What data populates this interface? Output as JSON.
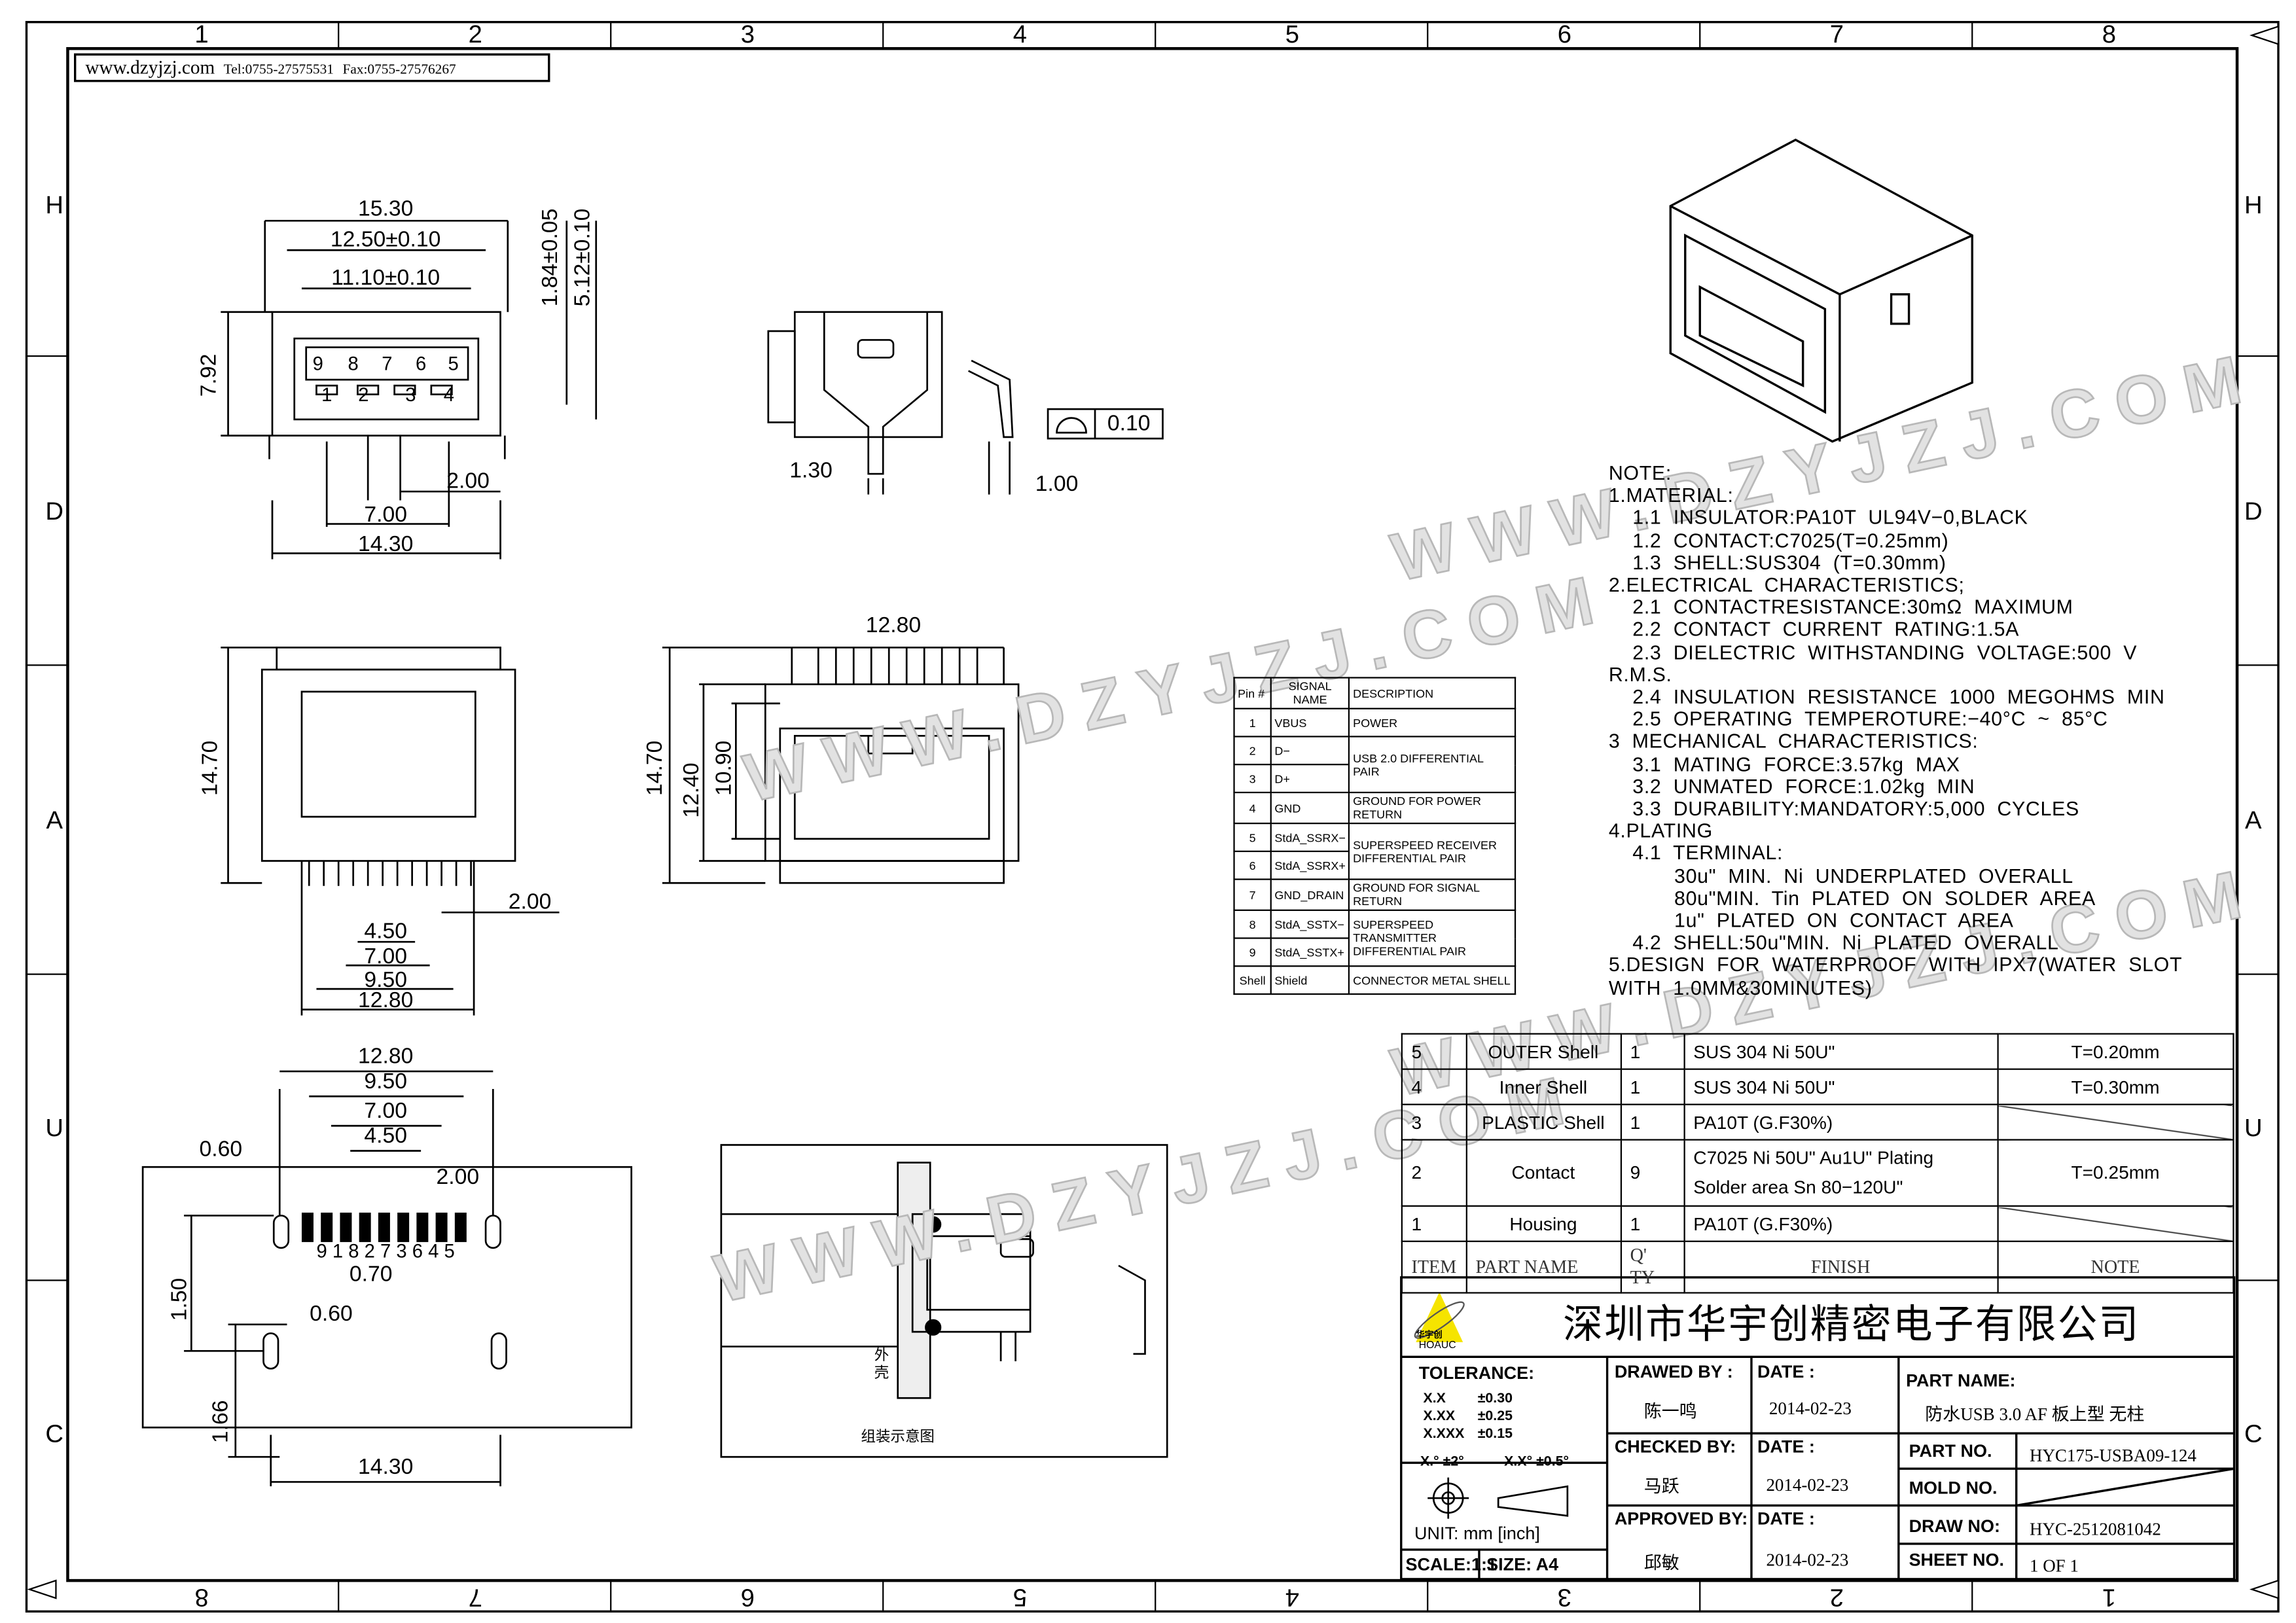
{
  "header": {
    "website": "www.dzyjzj.com",
    "tel": "Tel:0755-27575531",
    "fax": "Fax:0755-27576267"
  },
  "zones": {
    "columns": [
      "1",
      "2",
      "3",
      "4",
      "5",
      "6",
      "7",
      "8"
    ],
    "columns_bottom": [
      "8",
      "7",
      "6",
      "5",
      "4",
      "3",
      "2",
      "1"
    ],
    "rows": [
      "H",
      "D",
      "A",
      "U",
      "C"
    ]
  },
  "watermark": "WWW.DZYJZJ.COM",
  "front_view": {
    "d1": "15.30",
    "d2": "12.50±0.10",
    "d3": "11.10±0.10",
    "d4": "1.84±0.05",
    "d5": "5.12±0.10",
    "d6": "7.92",
    "d7": "2.00",
    "d8": "7.00",
    "d9": "14.30",
    "pins_top": [
      "9",
      "8",
      "7",
      "6",
      "5"
    ],
    "pins_bottom": [
      "1",
      "2",
      "3",
      "4"
    ]
  },
  "side_view": {
    "d1": "1.30",
    "d2": "1.00",
    "flatness": "0.10"
  },
  "bottom_view": {
    "d1": "14.70",
    "d2": "2.00",
    "d3": "4.50",
    "d4": "7.00",
    "d5": "9.50",
    "d6": "12.80"
  },
  "rear_view": {
    "d1": "12.80",
    "d2": "14.70",
    "d3": "12.40",
    "d4": "10.90"
  },
  "pcb_layout": {
    "d1": "12.80",
    "d2": "9.50",
    "d3": "7.00",
    "d4": "4.50",
    "d5": "0.60",
    "d6": "2.00",
    "pins": "9 1 8 2 7 3 6 4 5",
    "d7": "0.70",
    "d8": "1.50",
    "d9": "0.60",
    "d10": "1.66",
    "d11": "14.30"
  },
  "assembly": {
    "shell_label": "外壳",
    "caption": "组装示意图"
  },
  "pin_table": {
    "headers": [
      "Pin #",
      "SIGNAL NAME",
      "DESCRIPTION"
    ],
    "rows": [
      [
        "1",
        "VBUS",
        "POWER"
      ],
      [
        "2",
        "D−",
        "USB 2.0 DIFFERENTIAL PAIR"
      ],
      [
        "3",
        "D+",
        ""
      ],
      [
        "4",
        "GND",
        "GROUND FOR POWER RETURN"
      ],
      [
        "5",
        "StdA_SSRX−",
        "SUPERSPEED RECEIVER DIFFERENTIAL PAIR"
      ],
      [
        "6",
        "StdA_SSRX+",
        ""
      ],
      [
        "7",
        "GND_DRAIN",
        "GROUND FOR SIGNAL RETURN"
      ],
      [
        "8",
        "StdA_SSTX−",
        "SUPERSPEED TRANSMITTER DIFFERENTIAL PAIR"
      ],
      [
        "9",
        "StdA_SSTX+",
        ""
      ],
      [
        "Shell",
        "Shield",
        "CONNECTOR METAL SHELL"
      ]
    ]
  },
  "notes": [
    "NOTE:",
    "1.MATERIAL:",
    "    1.1  INSULATOR:PA10T  UL94V−0,BLACK",
    "    1.2  CONTACT:C7025(T=0.25mm)",
    "    1.3  SHELL:SUS304  (T=0.30mm)",
    "2.ELECTRICAL  CHARACTERISTICS;",
    "    2.1  CONTACTRESISTANCE:30mΩ  MAXIMUM",
    "    2.2  CONTACT  CURRENT  RATING:1.5A",
    "    2.3  DIELECTRIC  WITHSTANDING  VOLTAGE:500  V",
    "R.M.S.",
    "    2.4  INSULATION  RESISTANCE  1000  MEGOHMS  MIN",
    "    2.5  OPERATING  TEMPEROTURE:−40°C  ~  85°C",
    "3  MECHANICAL  CHARACTERISTICS:",
    "    3.1  MATING  FORCE:3.57kg  MAX",
    "    3.2  UNMATED  FORCE:1.02kg  MIN",
    "    3.3  DURABILITY:MANDATORY:5,000  CYCLES",
    "4.PLATING",
    "    4.1  TERMINAL:",
    "           30u\"  MIN.  Ni  UNDERPLATED  OVERALL",
    "           80u\"MIN.  Tin  PLATED  ON  SOLDER  AREA",
    "           1u\"  PLATED  ON  CONTACT  AREA",
    "    4.2  SHELL:50u\"MIN.  Ni  PLATED  OVERALL",
    "5.DESIGN  FOR  WATERPROOF  WITH  IPX7(WATER  SLOT",
    "WITH  1.0MM&30MINUTES)"
  ],
  "bom": {
    "rows": [
      [
        "5",
        "OUTER  Shell",
        "1",
        "SUS  304  Ni  50U\"",
        "T=0.20mm"
      ],
      [
        "4",
        "Inner  Shell",
        "1",
        "SUS  304  Ni  50U\"",
        "T=0.30mm"
      ],
      [
        "3",
        "PLASTIC  Shell",
        "1",
        "PA10T  (G.F30%)",
        ""
      ],
      [
        "2",
        "Contact",
        "9",
        "C7025  Ni  50U\"  Au1U\"  Plating  Solder  area  Sn  80−120U\"",
        "T=0.25mm"
      ],
      [
        "1",
        "Housing",
        "1",
        "PA10T  (G.F30%)",
        ""
      ]
    ],
    "headers": [
      "ITEM",
      "PART   NAME",
      "Q' TY",
      "FINISH",
      "NOTE"
    ]
  },
  "title_block": {
    "company": "深圳市华宇创精密电子有限公司",
    "logo_text": "华宇创",
    "logo_brand": "HOAUC",
    "logo_color": "#f5e400",
    "tolerance_label": "TOLERANCE:",
    "tol": [
      [
        "X.X",
        "±0.30"
      ],
      [
        "X.XX",
        "±0.25"
      ],
      [
        "X.XXX",
        "±0.15"
      ]
    ],
    "angle_tol": [
      "X.°  ±2°",
      "X.X°  ±0.5°"
    ],
    "unit": "UNIT:  mm  [inch]",
    "scale": "SCALE:1:1",
    "size": "SIZE:  A4",
    "drawed_by_label": "DRAWED  BY :",
    "drawed_by": "陈一鸣",
    "checked_by_label": "CHECKED  BY:",
    "checked_by": "马跃",
    "approved_by_label": "APPROVED  BY:",
    "approved_by": "邱敏",
    "date_label": "DATE  :",
    "date1": "2014-02-23",
    "date2": "2014-02-23",
    "date3": "2014-02-23",
    "part_name_label": "PART  NAME:",
    "part_name": "防水USB  3.0  AF  板上型  无柱",
    "part_no_label": "PART  NO.",
    "part_no": "HYC175-USBA09-124",
    "mold_no_label": "MOLD  NO.",
    "draw_no_label": "DRAW  NO:",
    "draw_no": "HYC-2512081042",
    "sheet_no_label": "SHEET  NO.",
    "sheet_no": "1  OF  1"
  }
}
